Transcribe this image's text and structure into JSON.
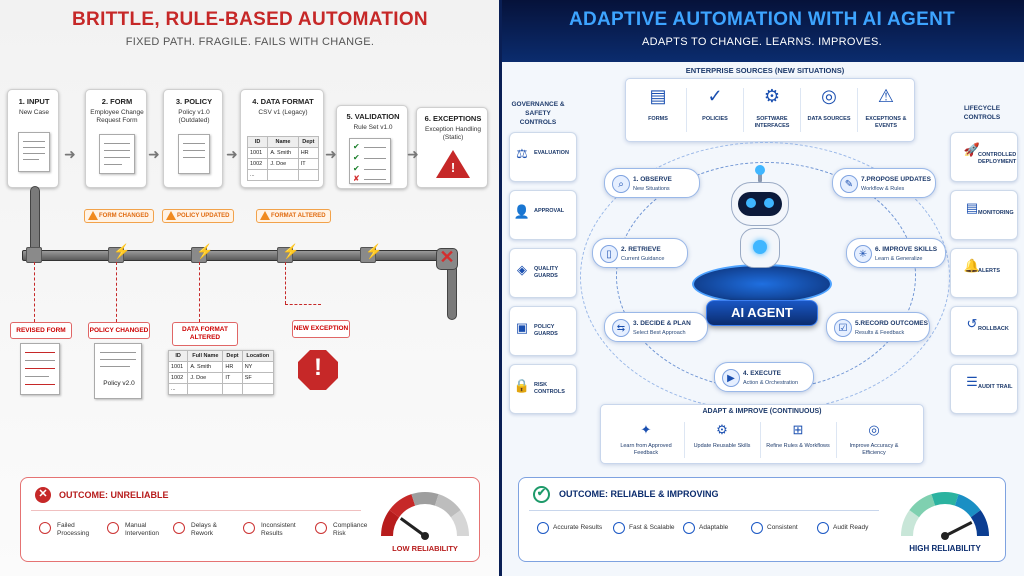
{
  "left": {
    "title": "BRITTLE, RULE-BASED AUTOMATION",
    "subtitle": "FIXED PATH. FRAGILE. FAILS WITH CHANGE.",
    "stages": [
      {
        "title": "1. INPUT",
        "sub": "New Case"
      },
      {
        "title": "2. FORM",
        "sub": "Employee Change Request Form"
      },
      {
        "title": "3. POLICY",
        "sub": "Policy v1.0 (Outdated)"
      },
      {
        "title": "4. DATA FORMAT",
        "sub": "CSV v1 (Legacy)"
      },
      {
        "title": "5. VALIDATION",
        "sub": "Rule Set v1.0"
      },
      {
        "title": "6. EXCEPTIONS",
        "sub": "Exception Handling (Static)"
      }
    ],
    "csv_table": {
      "headers": [
        "ID",
        "Name",
        "Dept"
      ],
      "rows": [
        [
          "1001",
          "A. Smith",
          "HR"
        ],
        [
          "1002",
          "J. Doe",
          "IT"
        ],
        [
          "...",
          "",
          ""
        ]
      ]
    },
    "warnings": [
      "FORM CHANGED",
      "POLICY UPDATED",
      "FORMAT ALTERED"
    ],
    "changes": {
      "revised_form": "REVISED FORM",
      "policy_changed": "POLICY CHANGED",
      "policy_doc": "Policy v2.0",
      "data_format": "DATA FORMAT ALTERED",
      "new_exception": "NEW EXCEPTION"
    },
    "altered_table": {
      "headers": [
        "ID",
        "Full Name",
        "Dept",
        "Location"
      ],
      "rows": [
        [
          "1001",
          "A. Smith",
          "HR",
          "NY"
        ],
        [
          "1002",
          "J. Doe",
          "IT",
          "SF"
        ],
        [
          "...",
          "",
          "",
          ""
        ]
      ]
    },
    "outcome": {
      "title": "OUTCOME: UNRELIABLE",
      "items": [
        "Failed Processing",
        "Manual Intervention",
        "Delays & Rework",
        "Inconsistent Results",
        "Compliance Risk"
      ],
      "gauge_label": "LOW RELIABILITY",
      "gauge_level": 0.2,
      "color": "#c62828"
    }
  },
  "right": {
    "title": "ADAPTIVE AUTOMATION WITH AI AGENT",
    "subtitle": "ADAPTS TO CHANGE. LEARNS. IMPROVES.",
    "sources_title": "ENTERPRISE SOURCES (NEW SITUATIONS)",
    "sources": [
      {
        "label": "FORMS",
        "icon": "form-icon"
      },
      {
        "label": "POLICIES",
        "icon": "policy-icon"
      },
      {
        "label": "SOFTWARE INTERFACES",
        "icon": "gear-icon"
      },
      {
        "label": "DATA SOURCES",
        "icon": "database-icon"
      },
      {
        "label": "EXCEPTIONS & EVENTS",
        "icon": "warning-icon"
      }
    ],
    "governance_title": "GOVERNANCE & SAFETY CONTROLS",
    "governance": [
      "EVALUATION",
      "APPROVAL",
      "QUALITY GUARDS",
      "POLICY GUARDS",
      "RISK CONTROLS"
    ],
    "lifecycle_title": "LIFECYCLE CONTROLS",
    "lifecycle": [
      "CONTROLLED DEPLOYMENT",
      "MONITORING",
      "ALERTS",
      "ROLLBACK",
      "AUDIT TRAIL"
    ],
    "steps": [
      {
        "title": "1. OBSERVE",
        "sub": "New Situations"
      },
      {
        "title": "2. RETRIEVE",
        "sub": "Current Guidance"
      },
      {
        "title": "3. DECIDE & PLAN",
        "sub": "Select Best Approach"
      },
      {
        "title": "4. EXECUTE",
        "sub": "Action & Orchestration"
      },
      {
        "title": "5.RECORD OUTCOMES",
        "sub": "Results & Feedback"
      },
      {
        "title": "6. IMPROVE SKILLS",
        "sub": "Learn & Generalize"
      },
      {
        "title": "7.PROPOSE UPDATES",
        "sub": "Workflow & Rules"
      }
    ],
    "agent_label": "AI AGENT",
    "adapt_title": "ADAPT & IMPROVE (CONTINUOUS)",
    "adapt_items": [
      "Learn from Approved Feedback",
      "Update Reusable Skills",
      "Refine Rules & Workflows",
      "Improve Accuracy & Efficiency"
    ],
    "outcome": {
      "title": "OUTCOME: RELIABLE & IMPROVING",
      "items": [
        "Accurate Results",
        "Fast & Scalable",
        "Adaptable",
        "Consistent",
        "Audit Ready"
      ],
      "gauge_label": "HIGH RELIABILITY",
      "gauge_level": 0.85,
      "color": "#1a57c4"
    }
  }
}
